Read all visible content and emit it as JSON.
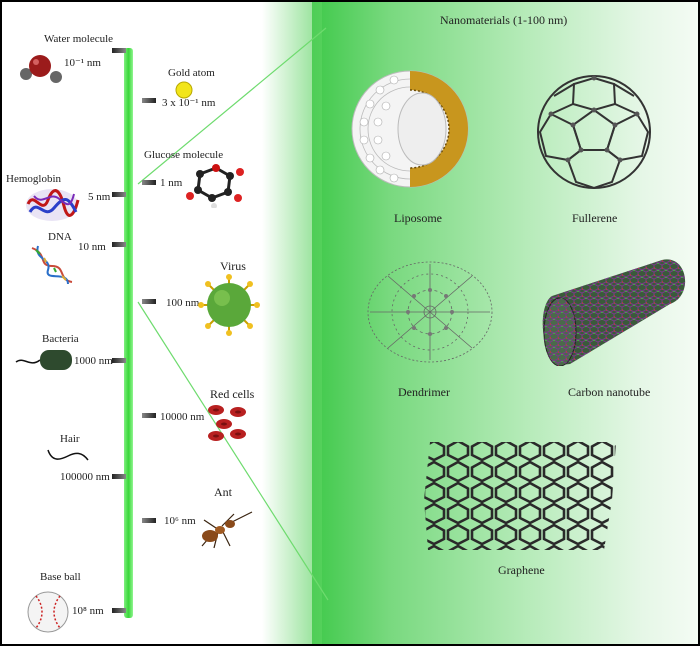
{
  "title": "Nanomaterials (1-100 nm)",
  "scale_items": [
    {
      "name": "Water molecule",
      "size": "10⁻¹ nm"
    },
    {
      "name": "Gold atom",
      "size": "3 x 10⁻¹ nm"
    },
    {
      "name": "Glucose molecule",
      "size": "1 nm"
    },
    {
      "name": "Hemoglobin",
      "size": "5 nm"
    },
    {
      "name": "DNA",
      "size": "10 nm"
    },
    {
      "name": "Virus",
      "size": "100 nm"
    },
    {
      "name": "Bacteria",
      "size": "1000 nm"
    },
    {
      "name": "Red cells",
      "size": "10000 nm"
    },
    {
      "name": "Hair",
      "size": "100000 nm"
    },
    {
      "name": "Ant",
      "size": "10⁶ nm"
    },
    {
      "name": "Base ball",
      "size": "10⁸ nm"
    }
  ],
  "nanomaterials": [
    {
      "name": "Liposome"
    },
    {
      "name": "Fullerene"
    },
    {
      "name": "Dendrimer"
    },
    {
      "name": "Carbon nanotube"
    },
    {
      "name": "Graphene"
    }
  ],
  "colors": {
    "axis": "#3ad63a",
    "panel_green": "#3fc94a",
    "liposome_gold": "#c8961e",
    "virus_green": "#5aa83a",
    "red_cell": "#b82020",
    "bacteria": "#2e4a2e"
  },
  "icons": [
    "water-molecule-icon",
    "gold-atom-icon",
    "glucose-molecule-icon",
    "hemoglobin-icon",
    "dna-icon",
    "virus-icon",
    "bacteria-icon",
    "red-cells-icon",
    "hair-icon",
    "ant-icon",
    "baseball-icon",
    "liposome-icon",
    "fullerene-icon",
    "dendrimer-icon",
    "carbon-nanotube-icon",
    "graphene-icon"
  ]
}
